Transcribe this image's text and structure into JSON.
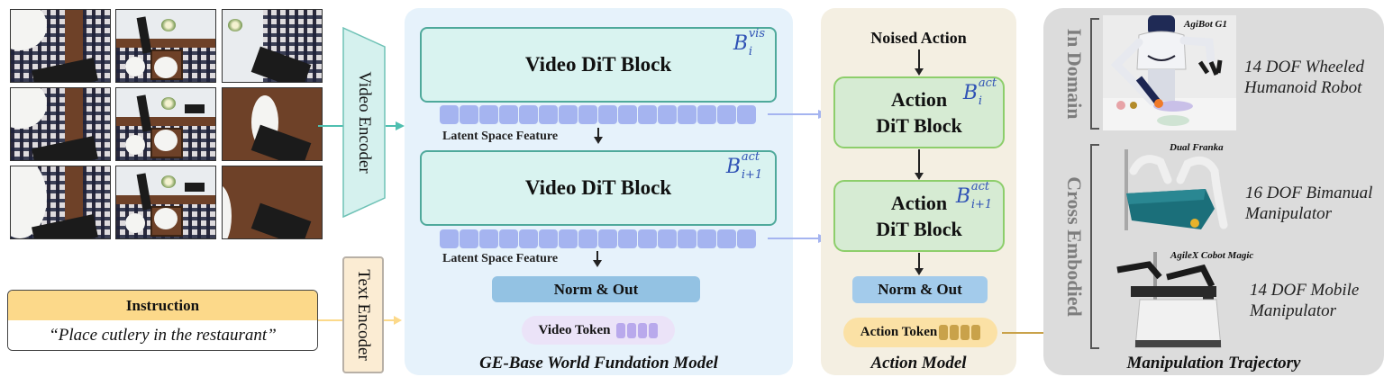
{
  "input_frames": {
    "rows": 3,
    "cols": 3,
    "description": "Multi-view robot camera frames of placing cutlery on a restaurant table"
  },
  "encoders": {
    "video_encoder": "Video Encoder",
    "text_encoder": "Text Encoder"
  },
  "instruction": {
    "header": "Instruction",
    "text": "“Place cutlery in the restaurant”"
  },
  "ge_base": {
    "caption": "GE-Base World Fundation Model",
    "blocks": [
      {
        "title": "Video DiT Block",
        "label_base": "B",
        "label_sup": "vis",
        "label_sub": "i"
      },
      {
        "title": "Video DiT Block",
        "label_base": "B",
        "label_sup": "act",
        "label_sub": "i+1"
      }
    ],
    "latent_label": "Latent Space Feature",
    "latent_token_count": 16,
    "norm_out": "Norm & Out",
    "video_token": "Video Token"
  },
  "action_model": {
    "caption": "Action Model",
    "input": "Noised Action",
    "blocks": [
      {
        "title_line1": "Action",
        "title_line2": "DiT Block",
        "label_base": "B",
        "label_sup": "act",
        "label_sub": "i"
      },
      {
        "title_line1": "Action",
        "title_line2": "DiT Block",
        "label_base": "B",
        "label_sup": "act",
        "label_sub": "i+1"
      }
    ],
    "norm_out": "Norm & Out",
    "action_token": "Action Token"
  },
  "trajectory": {
    "caption": "Manipulation Trajectory",
    "groups": [
      {
        "label": "In Domain",
        "robots": [
          {
            "name": "AgiBot G1",
            "dof_line1": "14 DOF Wheeled",
            "dof_line2": "Humanoid Robot"
          }
        ]
      },
      {
        "label": "Cross Embodied",
        "robots": [
          {
            "name": "Dual Franka",
            "dof_line1": "16 DOF Bimanual",
            "dof_line2": "Manipulator"
          },
          {
            "name": "AgileX Cobot Magic",
            "dof_line1": "14 DOF Mobile",
            "dof_line2": "Manipulator"
          }
        ]
      }
    ]
  },
  "colors": {
    "video_path": "#4fbfb0",
    "text_path": "#fcd98a",
    "latent_path": "#a5b4f0",
    "action_path": "#c9a24a",
    "b_label": "#2f52b5"
  }
}
